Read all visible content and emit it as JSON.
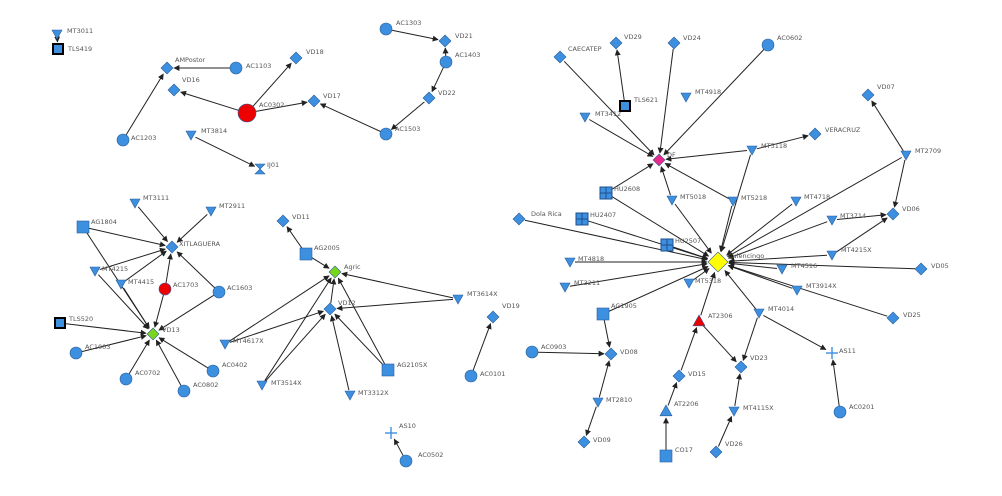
{
  "colors": {
    "blue": "#3d8fe0",
    "red": "#ee0000",
    "green": "#7ad51e",
    "yellow": "#ffff00",
    "pink": "#e8288a",
    "edge": "#222222",
    "label": "#555555"
  },
  "nodes": [
    {
      "id": "MT3011",
      "label": "MT3011",
      "shape": "triangle-down",
      "color": "blue"
    },
    {
      "id": "TLS419",
      "label": "TLS419",
      "shape": "square-framed",
      "color": "blue"
    },
    {
      "id": "AMPostor",
      "label": "AMPostor",
      "shape": "diamond",
      "color": "blue"
    },
    {
      "id": "AC1103",
      "label": "AC1103",
      "shape": "circle",
      "color": "blue"
    },
    {
      "id": "VD18",
      "label": "VD18",
      "shape": "diamond",
      "color": "blue"
    },
    {
      "id": "VD16",
      "label": "VD16",
      "shape": "diamond",
      "color": "blue"
    },
    {
      "id": "AC0302",
      "label": "AC0302",
      "shape": "circle-large",
      "color": "red"
    },
    {
      "id": "VD17",
      "label": "VD17",
      "shape": "diamond",
      "color": "blue"
    },
    {
      "id": "AC1203",
      "label": "AC1203",
      "shape": "circle",
      "color": "blue"
    },
    {
      "id": "MT3814",
      "label": "MT3814",
      "shape": "triangle-down",
      "color": "blue"
    },
    {
      "id": "IJ01",
      "label": "IJ01",
      "shape": "hourglass",
      "color": "blue"
    },
    {
      "id": "AC1303",
      "label": "AC1303",
      "shape": "circle",
      "color": "blue"
    },
    {
      "id": "VD21",
      "label": "VD21",
      "shape": "diamond",
      "color": "blue"
    },
    {
      "id": "AC1403",
      "label": "AC1403",
      "shape": "circle",
      "color": "blue"
    },
    {
      "id": "VD22",
      "label": "VD22",
      "shape": "diamond",
      "color": "blue"
    },
    {
      "id": "AC1503",
      "label": "AC1503",
      "shape": "circle",
      "color": "blue"
    },
    {
      "id": "MT3111",
      "label": "MT3111",
      "shape": "triangle-down",
      "color": "blue"
    },
    {
      "id": "MT2911",
      "label": "MT2911",
      "shape": "triangle-down",
      "color": "blue"
    },
    {
      "id": "AG1804",
      "label": "AG1804",
      "shape": "square",
      "color": "blue"
    },
    {
      "id": "XITLAGUERA",
      "label": "XITLAGUERA",
      "shape": "diamond",
      "color": "blue"
    },
    {
      "id": "MT4215",
      "label": "MT4215",
      "shape": "triangle-down",
      "color": "blue"
    },
    {
      "id": "MT4415",
      "label": "MT4415",
      "shape": "triangle-down",
      "color": "blue"
    },
    {
      "id": "AC1703",
      "label": "AC1703",
      "shape": "circle",
      "color": "red"
    },
    {
      "id": "AC1603",
      "label": "AC1603",
      "shape": "circle",
      "color": "blue"
    },
    {
      "id": "TLS520",
      "label": "TLS520",
      "shape": "square-framed",
      "color": "blue"
    },
    {
      "id": "VD13",
      "label": "VD13",
      "shape": "diamond",
      "color": "green"
    },
    {
      "id": "AC1003",
      "label": "AC1003",
      "shape": "circle",
      "color": "blue"
    },
    {
      "id": "AC0702",
      "label": "AC0702",
      "shape": "circle",
      "color": "blue"
    },
    {
      "id": "AC0802",
      "label": "AC0802",
      "shape": "circle",
      "color": "blue"
    },
    {
      "id": "AC0402",
      "label": "AC0402",
      "shape": "circle",
      "color": "blue"
    },
    {
      "id": "VD11",
      "label": "VD11",
      "shape": "diamond",
      "color": "blue"
    },
    {
      "id": "AG2005",
      "label": "AG2005",
      "shape": "square",
      "color": "blue"
    },
    {
      "id": "Agric",
      "label": "Agric",
      "shape": "diamond",
      "color": "green"
    },
    {
      "id": "VD12",
      "label": "VD12",
      "shape": "diamond",
      "color": "blue"
    },
    {
      "id": "MT3614X",
      "label": "MT3614X",
      "shape": "triangle-down",
      "color": "blue"
    },
    {
      "id": "MT4617X",
      "label": "MT4617X",
      "shape": "triangle-down",
      "color": "blue"
    },
    {
      "id": "AG2105X",
      "label": "AG2105X",
      "shape": "square",
      "color": "blue"
    },
    {
      "id": "MT3514X",
      "label": "MT3514X",
      "shape": "triangle-down",
      "color": "blue"
    },
    {
      "id": "MT3312X",
      "label": "MT3312X",
      "shape": "triangle-down",
      "color": "blue"
    },
    {
      "id": "AS10",
      "label": "AS10",
      "shape": "plus",
      "color": "blue"
    },
    {
      "id": "AC0502",
      "label": "AC0502",
      "shape": "circle",
      "color": "blue"
    },
    {
      "id": "VD19",
      "label": "VD19",
      "shape": "diamond",
      "color": "blue"
    },
    {
      "id": "AC0101",
      "label": "AC0101",
      "shape": "circle",
      "color": "blue"
    },
    {
      "id": "AC0903",
      "label": "AC0903",
      "shape": "circle",
      "color": "blue"
    },
    {
      "id": "AG1905",
      "label": "AG1905",
      "shape": "square",
      "color": "blue"
    },
    {
      "id": "VD08",
      "label": "VD08",
      "shape": "diamond",
      "color": "blue"
    },
    {
      "id": "MT2810",
      "label": "MT2810",
      "shape": "triangle-down",
      "color": "blue"
    },
    {
      "id": "VD09",
      "label": "VD09",
      "shape": "diamond",
      "color": "blue"
    },
    {
      "id": "CAECATEP",
      "label": "CAECATEP",
      "shape": "diamond",
      "color": "blue"
    },
    {
      "id": "VD29",
      "label": "VD29",
      "shape": "diamond",
      "color": "blue"
    },
    {
      "id": "VD24",
      "label": "VD24",
      "shape": "diamond",
      "color": "blue"
    },
    {
      "id": "AC0602",
      "label": "AC0602",
      "shape": "circle",
      "color": "blue"
    },
    {
      "id": "MT4918",
      "label": "MT4918",
      "shape": "triangle-down",
      "color": "blue"
    },
    {
      "id": "TLS621",
      "label": "TLS621",
      "shape": "square-framed",
      "color": "blue"
    },
    {
      "id": "MT3412",
      "label": "MT3412",
      "shape": "triangle-down",
      "color": "blue"
    },
    {
      "id": "VERACRUZ",
      "label": "VERACRUZ",
      "shape": "diamond",
      "color": "blue"
    },
    {
      "id": "MT5118",
      "label": "MT5118",
      "shape": "triangle-down",
      "color": "blue"
    },
    {
      "id": "DF",
      "label": "DF",
      "shape": "diamond-small",
      "color": "pink"
    },
    {
      "id": "VD07",
      "label": "VD07",
      "shape": "diamond",
      "color": "blue"
    },
    {
      "id": "MT2709",
      "label": "MT2709",
      "shape": "triangle-down",
      "color": "blue"
    },
    {
      "id": "HU2608",
      "label": "HU2608",
      "shape": "grid-square",
      "color": "blue"
    },
    {
      "id": "MT5018",
      "label": "MT5018",
      "shape": "triangle-down",
      "color": "blue"
    },
    {
      "id": "MT5218",
      "label": "MT5218",
      "shape": "triangle-down",
      "color": "blue"
    },
    {
      "id": "MT4718",
      "label": "MT4718",
      "shape": "triangle-down",
      "color": "blue"
    },
    {
      "id": "VD06",
      "label": "VD06",
      "shape": "diamond",
      "color": "blue"
    },
    {
      "id": "MT3714",
      "label": "MT3714",
      "shape": "triangle-down",
      "color": "blue"
    },
    {
      "id": "HU2407",
      "label": "HU2407",
      "shape": "grid-square",
      "color": "blue"
    },
    {
      "id": "DolaRica",
      "label": "Dola Rica",
      "shape": "diamond",
      "color": "blue"
    },
    {
      "id": "HU2507",
      "label": "HU2507",
      "shape": "grid-square",
      "color": "blue"
    },
    {
      "id": "Culencingo",
      "label": "Culencingo",
      "shape": "diamond-large",
      "color": "yellow"
    },
    {
      "id": "MT4215X",
      "label": "MT4215X",
      "shape": "triangle-down",
      "color": "blue"
    },
    {
      "id": "VD05",
      "label": "VD05",
      "shape": "diamond",
      "color": "blue"
    },
    {
      "id": "MT4818",
      "label": "MT4818",
      "shape": "triangle-down",
      "color": "blue"
    },
    {
      "id": "MT4516",
      "label": "MT4516",
      "shape": "triangle-down",
      "color": "blue"
    },
    {
      "id": "MT3211",
      "label": "MT3211",
      "shape": "triangle-down",
      "color": "blue"
    },
    {
      "id": "MT5318",
      "label": "MT5318",
      "shape": "triangle-down",
      "color": "blue"
    },
    {
      "id": "MT3914X",
      "label": "MT3914X",
      "shape": "triangle-down",
      "color": "blue"
    },
    {
      "id": "VD25",
      "label": "VD25",
      "shape": "diamond",
      "color": "blue"
    },
    {
      "id": "AT2306",
      "label": "AT2306",
      "shape": "triangle-up",
      "color": "red"
    },
    {
      "id": "MT4014",
      "label": "MT4014",
      "shape": "triangle-down",
      "color": "blue"
    },
    {
      "id": "AS11",
      "label": "AS11",
      "shape": "plus",
      "color": "blue"
    },
    {
      "id": "VD23",
      "label": "VD23",
      "shape": "diamond",
      "color": "blue"
    },
    {
      "id": "VD15",
      "label": "VD15",
      "shape": "diamond",
      "color": "blue"
    },
    {
      "id": "AT2206",
      "label": "AT2206",
      "shape": "triangle-up",
      "color": "blue"
    },
    {
      "id": "CO17",
      "label": "CO17",
      "shape": "square",
      "color": "blue"
    },
    {
      "id": "MT4115X",
      "label": "MT4115X",
      "shape": "triangle-down",
      "color": "blue"
    },
    {
      "id": "VD26",
      "label": "VD26",
      "shape": "diamond",
      "color": "blue"
    },
    {
      "id": "AC0201",
      "label": "AC0201",
      "shape": "circle",
      "color": "blue"
    }
  ],
  "edges": [
    [
      "MT3011",
      "TLS419"
    ],
    [
      "AC1103",
      "AMPostor"
    ],
    [
      "AC1203",
      "AMPostor"
    ],
    [
      "AC0302",
      "VD16"
    ],
    [
      "AC0302",
      "VD18"
    ],
    [
      "AC0302",
      "VD17"
    ],
    [
      "MT3814",
      "IJ01"
    ],
    [
      "AC1303",
      "VD21"
    ],
    [
      "AC1403",
      "VD21"
    ],
    [
      "AC1403",
      "VD22"
    ],
    [
      "VD22",
      "AC1503"
    ],
    [
      "AC1503",
      "VD17"
    ],
    [
      "MT3111",
      "XITLAGUERA"
    ],
    [
      "MT2911",
      "XITLAGUERA"
    ],
    [
      "AG1804",
      "XITLAGUERA"
    ],
    [
      "MT4215",
      "XITLAGUERA"
    ],
    [
      "MT4415",
      "XITLAGUERA"
    ],
    [
      "AC1603",
      "XITLAGUERA"
    ],
    [
      "AC1703",
      "XITLAGUERA"
    ],
    [
      "AC1703",
      "VD13"
    ],
    [
      "AG1804",
      "VD13"
    ],
    [
      "MT4215",
      "VD13"
    ],
    [
      "MT4415",
      "VD13"
    ],
    [
      "TLS520",
      "VD13"
    ],
    [
      "AC1003",
      "VD13"
    ],
    [
      "AC0702",
      "VD13"
    ],
    [
      "AC0802",
      "VD13"
    ],
    [
      "AC0402",
      "VD13"
    ],
    [
      "AC1603",
      "VD13"
    ],
    [
      "AG2005",
      "VD11"
    ],
    [
      "AG2005",
      "Agric"
    ],
    [
      "VD12",
      "Agric"
    ],
    [
      "MT3614X",
      "Agric"
    ],
    [
      "MT4617X",
      "Agric"
    ],
    [
      "MT3514X",
      "Agric"
    ],
    [
      "AG2105X",
      "Agric"
    ],
    [
      "MT3614X",
      "VD12"
    ],
    [
      "MT4617X",
      "VD12"
    ],
    [
      "MT3514X",
      "VD12"
    ],
    [
      "MT3312X",
      "VD12"
    ],
    [
      "AG2105X",
      "VD12"
    ],
    [
      "AC0502",
      "AS10"
    ],
    [
      "AC0101",
      "VD19"
    ],
    [
      "AC0903",
      "VD08"
    ],
    [
      "AG1905",
      "VD08"
    ],
    [
      "MT2810",
      "VD08"
    ],
    [
      "MT2810",
      "VD09"
    ],
    [
      "TLS621",
      "VD29"
    ],
    [
      "CAECATEP",
      "DF"
    ],
    [
      "MT3412",
      "DF"
    ],
    [
      "VD24",
      "DF"
    ],
    [
      "AC0602",
      "DF"
    ],
    [
      "MT5118",
      "DF"
    ],
    [
      "MT5118",
      "VERACRUZ"
    ],
    [
      "MT5018",
      "DF"
    ],
    [
      "MT5218",
      "DF"
    ],
    [
      "HU2608",
      "DF"
    ],
    [
      "MT2709",
      "VD07"
    ],
    [
      "MT2709",
      "VD06"
    ],
    [
      "MT3714",
      "VD06"
    ],
    [
      "MT4215X",
      "VD06"
    ],
    [
      "DolaRica",
      "Culencingo"
    ],
    [
      "HU2608",
      "Culencingo"
    ],
    [
      "HU2407",
      "Culencingo"
    ],
    [
      "HU2507",
      "Culencingo"
    ],
    [
      "MT5018",
      "Culencingo"
    ],
    [
      "MT5218",
      "Culencingo"
    ],
    [
      "MT4718",
      "Culencingo"
    ],
    [
      "MT3714",
      "Culencingo"
    ],
    [
      "MT4215X",
      "Culencingo"
    ],
    [
      "MT4818",
      "Culencingo"
    ],
    [
      "MT4516",
      "Culencingo"
    ],
    [
      "MT3211",
      "Culencingo"
    ],
    [
      "MT5318",
      "Culencingo"
    ],
    [
      "MT3914X",
      "Culencingo"
    ],
    [
      "AG1905",
      "Culencingo"
    ],
    [
      "AT2306",
      "Culencingo"
    ],
    [
      "MT4014",
      "Culencingo"
    ],
    [
      "VD05",
      "Culencingo"
    ],
    [
      "VD25",
      "Culencingo"
    ],
    [
      "MT2709",
      "Culencingo"
    ],
    [
      "MT5118",
      "Culencingo"
    ],
    [
      "AT2306",
      "VD23"
    ],
    [
      "MT4014",
      "VD23"
    ],
    [
      "MT4014",
      "AS11"
    ],
    [
      "AC0201",
      "AS11"
    ],
    [
      "VD15",
      "AT2306"
    ],
    [
      "AT2206",
      "VD15"
    ],
    [
      "CO17",
      "AT2206"
    ],
    [
      "MT4115X",
      "VD23"
    ],
    [
      "VD26",
      "MT4115X"
    ]
  ]
}
